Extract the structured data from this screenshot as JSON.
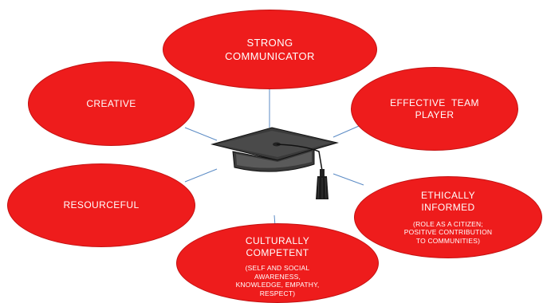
{
  "diagram": {
    "center_icon": "graduation-cap-icon",
    "colors": {
      "node_fill": "#ee1c1c",
      "node_text": "#ffffff",
      "connector": "#5b8bc5",
      "cap": "#3a3a3a"
    },
    "nodes": {
      "strong_communicator": {
        "line1": "STRONG",
        "line2": "COMMUNICATOR"
      },
      "creative": {
        "label": "CREATIVE"
      },
      "effective_team_player": {
        "line1": "EFFECTIVE  TEAM",
        "line2": "PLAYER"
      },
      "resourceful": {
        "label": "RESOURCEFUL"
      },
      "ethically_informed": {
        "line1": "ETHICALLY",
        "line2": "INFORMED",
        "sub1": "(ROLE AS A CITIZEN;",
        "sub2": "POSITIVE CONTRIBUTION",
        "sub3": "TO COMMUNITIES)"
      },
      "culturally_competent": {
        "line1": "CULTURALLY",
        "line2": "COMPETENT",
        "sub1": "(SELF AND SOCIAL",
        "sub2": "AWARENESS,",
        "sub3": "KNOWLEDGE, EMPATHY,",
        "sub4": "RESPECT)"
      }
    }
  }
}
